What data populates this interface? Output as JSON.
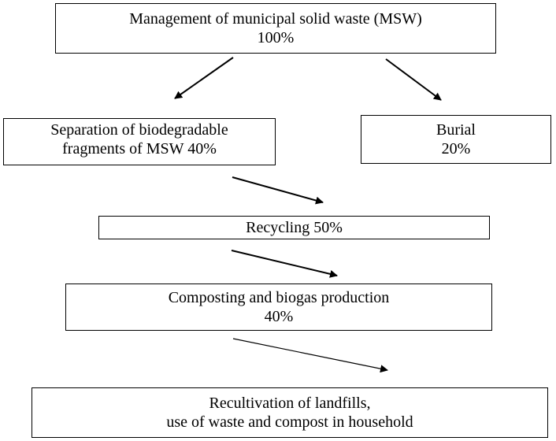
{
  "diagram": {
    "nodes": [
      {
        "id": "msw",
        "lines": [
          "Management of municipal solid waste (MSW)",
          "100%"
        ]
      },
      {
        "id": "separation",
        "lines": [
          "Separation of biodegradable",
          "fragments of MSW 40%"
        ]
      },
      {
        "id": "burial",
        "lines": [
          "Burial",
          "20%"
        ]
      },
      {
        "id": "recycling",
        "lines": [
          "Recycling 50%"
        ]
      },
      {
        "id": "composting",
        "lines": [
          "Composting and biogas production",
          "40%"
        ]
      },
      {
        "id": "recultivation",
        "lines": [
          "Recultivation of landfills,",
          "use of waste and compost in household"
        ]
      }
    ],
    "edges": [
      {
        "from": "msw",
        "to": "separation"
      },
      {
        "from": "msw",
        "to": "burial"
      },
      {
        "from": "separation",
        "to": "recycling"
      },
      {
        "from": "recycling",
        "to": "composting"
      },
      {
        "from": "composting",
        "to": "recultivation"
      }
    ],
    "colors": {
      "stroke": "#000000",
      "background": "#ffffff"
    }
  }
}
